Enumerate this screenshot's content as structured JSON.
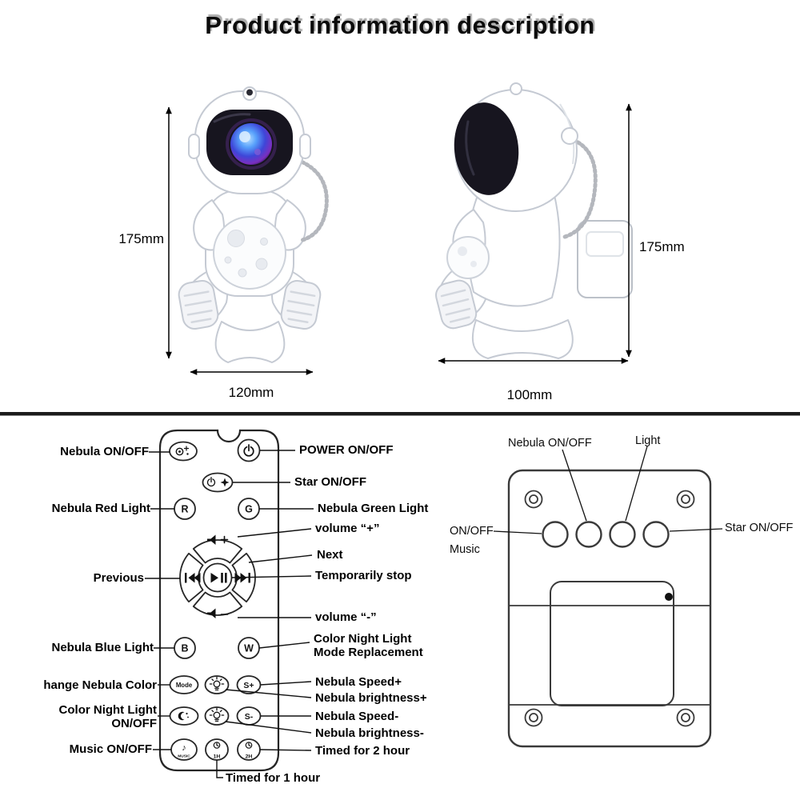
{
  "title": "Product information description",
  "front_view": {
    "height_label": "175mm",
    "width_label": "120mm"
  },
  "side_view": {
    "height_label": "175mm",
    "width_label": "100mm"
  },
  "remote": {
    "left": {
      "nebula_onoff": "Nebula ON/OFF",
      "nebula_red": "Nebula Red Light",
      "previous": "Previous",
      "nebula_blue": "Nebula Blue Light",
      "change_nebula_color": "hange Nebula Color",
      "color_night_1": "Color Night Light",
      "color_night_2": "ON/OFF",
      "music_onoff": "Music ON/OFF"
    },
    "right": {
      "power": "POWER ON/OFF",
      "star": "Star ON/OFF",
      "nebula_green": "Nebula Green Light",
      "volume_plus": "volume “+”",
      "next": "Next",
      "stop": "Temporarily stop",
      "volume_minus": "volume “-”",
      "color_night_mode_1": "Color Night Light",
      "color_night_mode_2": "Mode Replacement",
      "speed_plus": "Nebula Speed+",
      "brightness_plus": "Nebula brightness+",
      "speed_minus": "Nebula Speed-",
      "brightness_minus": "Nebula brightness-",
      "timed_2h": "Timed for 2 hour",
      "timed_1h": "Timed for 1 hour"
    },
    "buttons": {
      "r": "R",
      "g": "G",
      "b": "B",
      "w": "W",
      "mode": "Mode",
      "s_plus": "S+",
      "s_minus": "S-",
      "music": "MUSIC",
      "h1": "1H",
      "h2": "2H"
    },
    "icons": {
      "music_note": "♪"
    }
  },
  "panel": {
    "nebula_onoff": "Nebula ON/OFF",
    "light": "Light",
    "onoff_music_1": "ON/OFF",
    "onoff_music_2": "Music",
    "star_onoff": "Star ON/OFF"
  }
}
